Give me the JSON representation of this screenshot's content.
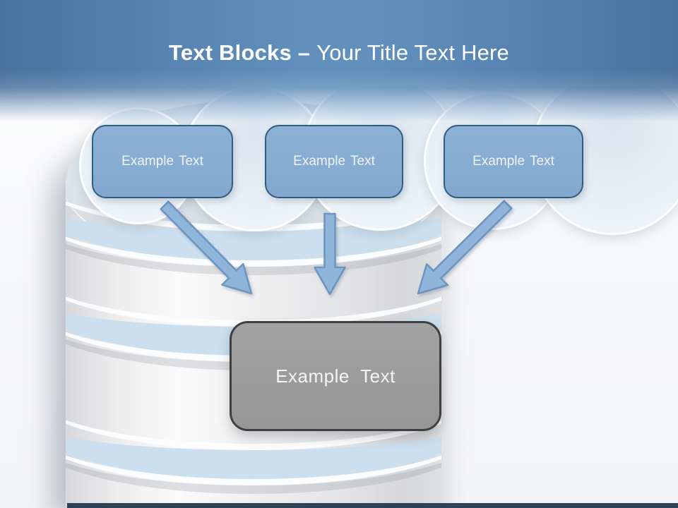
{
  "slide": {
    "title": {
      "bold": "Text Blocks –",
      "regular": "Your Title Text Here"
    },
    "source_blocks": [
      {
        "label": "Example Text"
      },
      {
        "label": "Example Text"
      },
      {
        "label": "Example Text"
      }
    ],
    "target_block": {
      "label": "Example Text"
    }
  },
  "colors": {
    "header_blue_edge": "#49729f",
    "header_blue_center": "#6190bc",
    "block_fill": "#82a8cf",
    "block_border": "#2f5c7f",
    "block_text": "#eef4f9",
    "arrow_fill": "#8fb5da",
    "arrow_outline": "#6b95c0",
    "target_fill": "#969696",
    "target_border": "#3f3f3f",
    "target_text": "#f4f4f4",
    "cylinder_band_blue": "#cbdfee",
    "footer_navy": "#2c4257"
  }
}
